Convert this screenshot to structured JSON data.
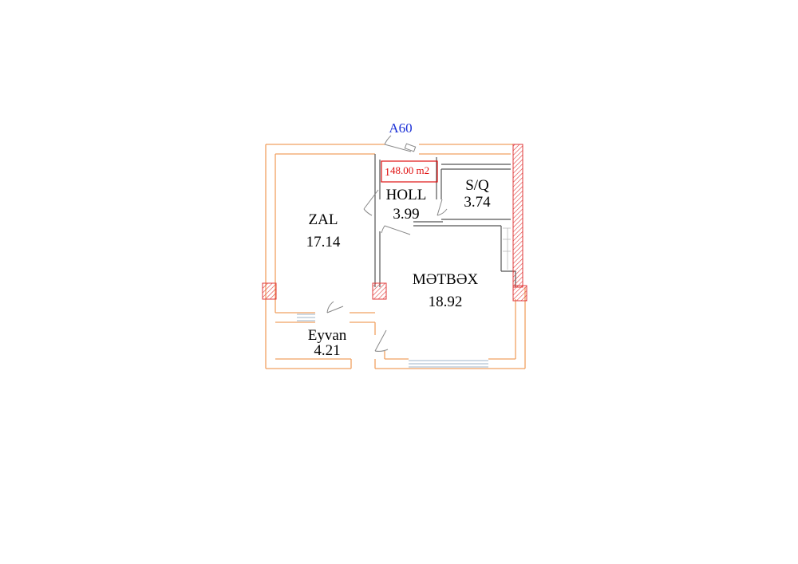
{
  "unit": {
    "code": "A60",
    "code_color": "#1a2fd6",
    "area_index": "1",
    "total_area": "48.00 m2",
    "area_color": "#e01010"
  },
  "rooms": {
    "zal": {
      "name": "ZAL",
      "area": "17.14"
    },
    "holl": {
      "name": "HOLL",
      "area": "3.99"
    },
    "sq": {
      "name": "S/Q",
      "area": "3.74"
    },
    "metbex": {
      "name": "MƏTBƏX",
      "area": "18.92"
    },
    "eyvan": {
      "name": "Eyvan",
      "area": "4.21"
    }
  },
  "colors": {
    "wall": "#f0a060",
    "wall_inner": "#f5b87a",
    "partition": "#555555",
    "hatch": "#e03a3a",
    "window": "#9fb4c8"
  }
}
